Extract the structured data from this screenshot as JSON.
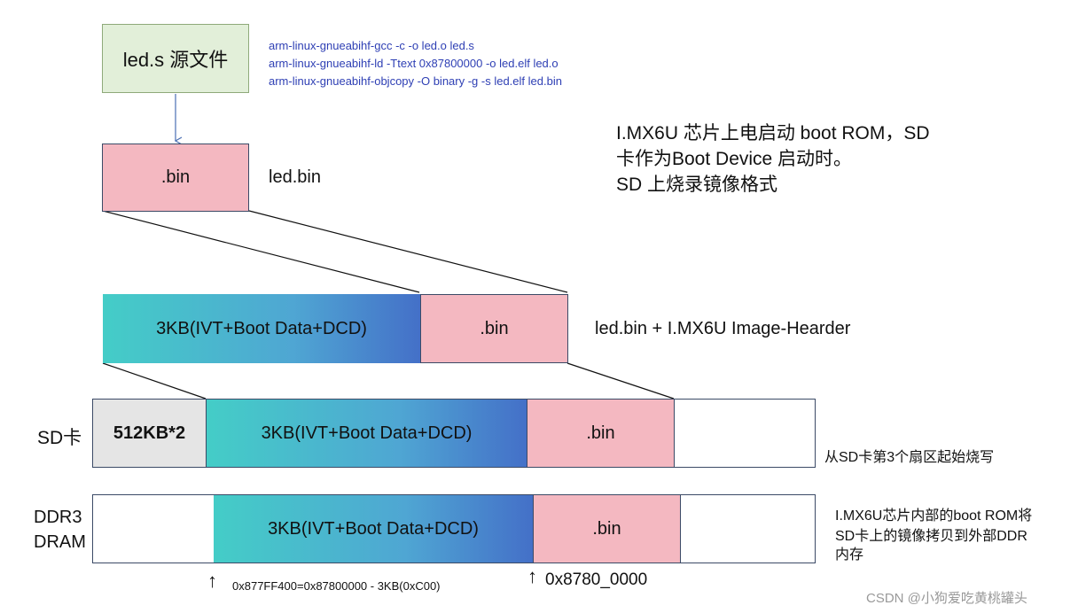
{
  "source_box": {
    "label": "led.s 源文件"
  },
  "commands": [
    "arm-linux-gnueabihf-gcc -c -o led.o led.s",
    "arm-linux-gnueabihf-ld -Ttext 0x87800000 -o led.elf led.o",
    "arm-linux-gnueabihf-objcopy -O binary -g -s led.elf led.bin"
  ],
  "description": {
    "line1": "I.MX6U 芯片上电启动 boot ROM，SD",
    "line2": "卡作为Boot Device 启动时。",
    "line3": "SD 上烧录镜像格式"
  },
  "bin_row": {
    "block": ".bin",
    "label": "led.bin"
  },
  "image_row": {
    "header_block": "3KB(IVT+Boot Data+DCD)",
    "bin_block": ".bin",
    "label": "led.bin +  I.MX6U Image-Hearder"
  },
  "sd_row": {
    "name": "SD卡",
    "reserved_block": "512KB*2",
    "header_block": "3KB(IVT+Boot Data+DCD)",
    "bin_block": ".bin",
    "note": "从SD卡第3个扇区起始烧写"
  },
  "ddr_row": {
    "name_line1": "DDR3",
    "name_line2": "DRAM",
    "header_block": "3KB(IVT+Boot Data+DCD)",
    "bin_block": ".bin",
    "note_line1": "I.MX6U芯片内部的boot ROM将",
    "note_line2": "SD卡上的镜像拷贝到外部DDR",
    "note_line3": "内存"
  },
  "addresses": {
    "header_arrow": "↑",
    "header_addr": "0x877FF400=0x87800000 - 3KB(0xC00)",
    "bin_arrow": "↑",
    "bin_addr": "0x8780_0000"
  },
  "watermark": "CSDN @小狗爱吃黄桃罐头"
}
